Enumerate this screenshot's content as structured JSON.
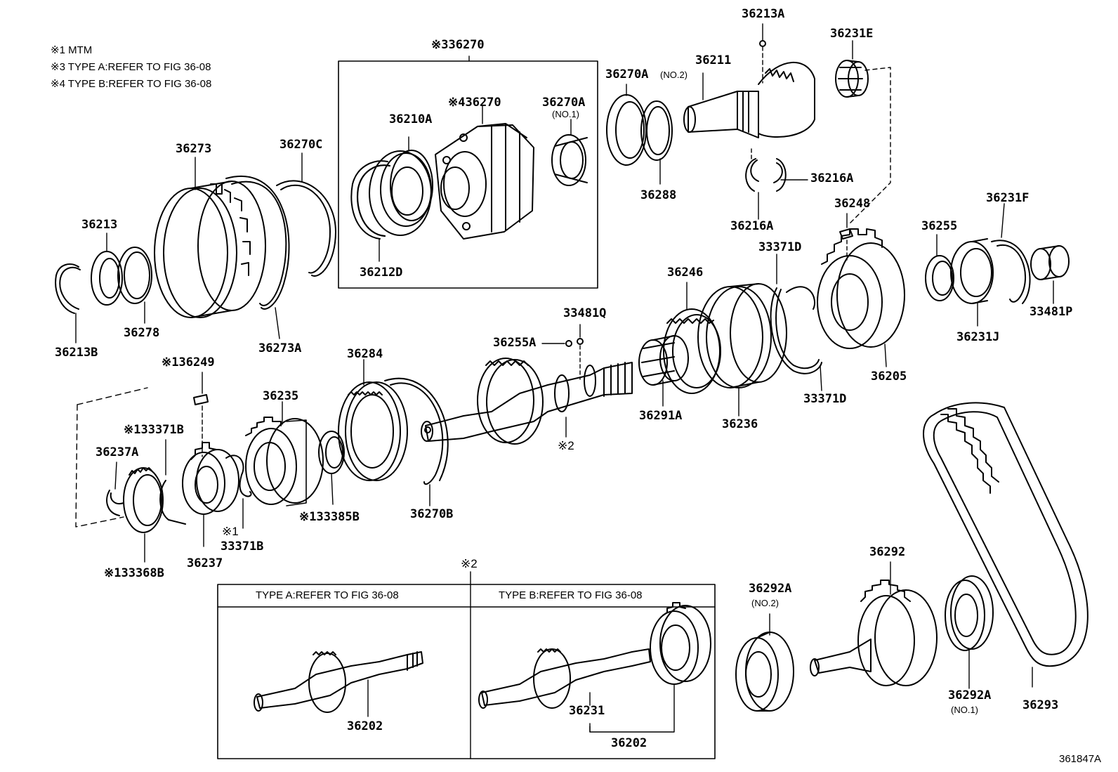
{
  "notes": [
    "※1 MTM",
    "※3 TYPE A:REFER TO FIG 36-08",
    "※4 TYPE B:REFER TO FIG 36-08"
  ],
  "labels": {
    "p36270_box": "※336270",
    "p36270_inner": "※436270",
    "p36270A_no1": "36270A",
    "no1": "(NO.1)",
    "p36210A": "36210A",
    "p36212D": "36212D",
    "p36273": "36273",
    "p36270C": "36270C",
    "p36213": "36213",
    "p36213B": "36213B",
    "p36278": "36278",
    "p36273A": "36273A",
    "p36270A_no2": "36270A",
    "no2": "(NO.2)",
    "p36288": "36288",
    "p36211": "36211",
    "p36213A": "36213A",
    "p36231E": "36231E",
    "p36216A_r": "36216A",
    "p36216A_b": "36216A",
    "p36248": "36248",
    "p36231F": "36231F",
    "p36255": "36255",
    "p33371D_t": "33371D",
    "p36246": "36246",
    "p33481Q": "33481Q",
    "p36255A": "36255A",
    "p33481P": "33481P",
    "p36231J": "36231J",
    "p36205": "36205",
    "p33371D_b": "33371D",
    "p36236": "36236",
    "p36291A": "36291A",
    "mark2": "※2",
    "p36249": "※136249",
    "p36284": "36284",
    "p36235": "36235",
    "p33371B_t": "※133371B",
    "p36237A": "36237A",
    "p33385B": "※133385B",
    "p36270B": "36270B",
    "mark1": "※1",
    "p33371B_b": "33371B",
    "p36237": "36237",
    "p33368B": "※133368B",
    "p36292": "36292",
    "p36292A_no2": "36292A",
    "no2b": "(NO.2)",
    "p36292A_no1": "36292A",
    "no1b": "(NO.1)",
    "p36293": "36293",
    "p36202_a": "36202",
    "p36231": "36231",
    "p36202_b": "36202",
    "mark2_box": "※2"
  },
  "table": {
    "type_a_header": "TYPE A:REFER TO FIG 36-08",
    "type_b_header": "TYPE B:REFER TO FIG 36-08"
  },
  "figure_number": "361847A"
}
